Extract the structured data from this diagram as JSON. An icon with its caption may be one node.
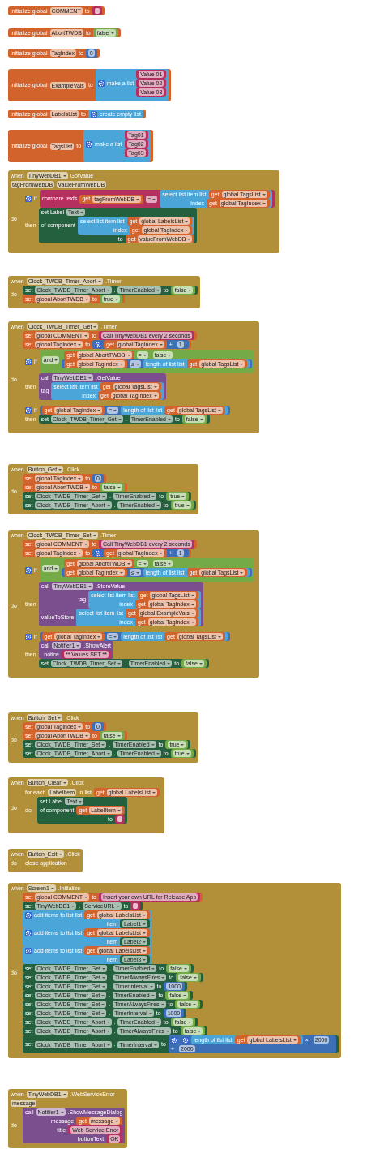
{
  "diagram": {
    "nodes": [
      {
        "text": [
          "initialize global",
          "COMMENT",
          "to"
        ]
      },
      {
        "text": [],
        "shape": "box",
        "in": 0
      },
      {
        "text": [
          "initialize global",
          "AbortTWDB",
          "to"
        ]
      },
      {
        "text": [
          "false"
        ],
        "in": 2
      },
      {
        "text": [
          "initialize global",
          "TagIndex",
          "to"
        ]
      },
      {
        "text": [
          "0"
        ],
        "in": 4
      },
      {
        "text": [
          "initialize global",
          "ExampleVals",
          "to"
        ]
      },
      {
        "text": [
          "make a list"
        ],
        "in": 6
      },
      {
        "text": [
          "Value 01"
        ],
        "in": 7
      },
      {
        "text": [
          "Value 02"
        ],
        "in": 7
      },
      {
        "text": [
          "Value 03"
        ],
        "in": 7
      },
      {
        "text": [
          "initialize global",
          "LabelsList",
          "to"
        ]
      },
      {
        "text": [
          "create empty list"
        ],
        "in": 11
      },
      {
        "text": [
          "initialize global",
          "TagsList",
          "to"
        ]
      },
      {
        "text": [
          "make a list"
        ],
        "in": 13
      },
      {
        "text": [
          "Tag01"
        ],
        "in": 14
      },
      {
        "text": [
          "Tag02"
        ],
        "in": 14
      },
      {
        "text": [
          "Tag03"
        ],
        "in": 14
      },
      {
        "text": [
          "when",
          "TinyWebDB1",
          "GotValue",
          "tagFromWebDB",
          "valueFromWebDB",
          "do"
        ]
      },
      {
        "text": [
          "if",
          "then"
        ],
        "in": 18
      },
      {
        "text": [
          "compare texts",
          "="
        ],
        "in": 19
      },
      {
        "text": [
          "get",
          "tagFromWebDB"
        ],
        "in": 20
      },
      {
        "text": [
          "select list item list",
          "index"
        ],
        "in": 20
      },
      {
        "text": [
          "get",
          "global TagsList"
        ],
        "in": 22
      },
      {
        "text": [
          "get",
          "global TagIndex"
        ],
        "in": 22
      },
      {
        "text": [
          "set Label",
          "Text",
          "of component",
          "to"
        ],
        "in": 19
      },
      {
        "text": [
          "select list item list",
          "index"
        ],
        "in": 25
      },
      {
        "text": [
          "get",
          "global LabelsList"
        ],
        "in": 26
      },
      {
        "text": [
          "get",
          "global TagIndex"
        ],
        "in": 26
      },
      {
        "text": [
          "get",
          "valueFromWebDB"
        ],
        "in": 25
      },
      {
        "text": [
          "when",
          "Clock_TWDB_Timer_Abort",
          ".Timer",
          "do"
        ]
      },
      {
        "text": [
          "set",
          "Clock_TWDB_Timer_Abort",
          ".",
          "TimerEnabled",
          "to"
        ],
        "in": 30
      },
      {
        "text": [
          "false"
        ],
        "in": 31
      },
      {
        "text": [
          "set",
          "global AbortTWDB",
          "to"
        ],
        "in": 30
      },
      {
        "text": [
          "true"
        ],
        "in": 33
      },
      {
        "text": [
          "when",
          "Clock_TWDB_Timer_Get",
          ".Timer",
          "do"
        ]
      },
      {
        "text": [
          "set",
          "global COMMENT",
          "to"
        ],
        "in": 35
      },
      {
        "text": [
          "Call TinyWebDB1 every 2 seconds"
        ],
        "in": 36
      },
      {
        "text": [
          "set",
          "global TagIndex",
          "to"
        ],
        "in": 35
      },
      {
        "text": [
          "+"
        ],
        "in": 38
      },
      {
        "text": [
          "get",
          "global TagIndex"
        ],
        "in": 39
      },
      {
        "text": [
          "1"
        ],
        "in": 39
      },
      {
        "text": [
          "if",
          "then"
        ],
        "in": 35
      },
      {
        "text": [
          "and"
        ],
        "in": 42
      },
      {
        "text": [
          "="
        ],
        "in": 43
      },
      {
        "text": [
          "get",
          "global AbortTWDB"
        ],
        "in": 44
      },
      {
        "text": [
          "false"
        ],
        "in": 44
      },
      {
        "text": [
          "≤"
        ],
        "in": 43
      },
      {
        "text": [
          "get",
          "global TagIndex"
        ],
        "in": 47
      },
      {
        "text": [
          "length of list list"
        ],
        "in": 47
      },
      {
        "text": [
          "get",
          "global TagsList"
        ],
        "in": 49
      },
      {
        "text": [
          "call",
          "TinyWebDB1",
          ".GetValue",
          "tag"
        ],
        "in": 42
      },
      {
        "text": [
          "select list item list",
          "index"
        ],
        "in": 51
      },
      {
        "text": [
          "get",
          "global TagsList"
        ],
        "in": 52
      },
      {
        "text": [
          "get",
          "global TagIndex"
        ],
        "in": 52
      },
      {
        "text": [
          "if",
          "then"
        ],
        "in": 35
      },
      {
        "text": [
          "="
        ],
        "in": 55
      },
      {
        "text": [
          "get",
          "global TagIndex"
        ],
        "in": 56
      },
      {
        "text": [
          "length of list list"
        ],
        "in": 56
      },
      {
        "text": [
          "get",
          "global TagsList"
        ],
        "in": 58
      },
      {
        "text": [
          "set",
          "Clock_TWDB_Timer_Get",
          ".",
          "TimerEnabled",
          "to"
        ],
        "in": 55
      },
      {
        "text": [
          "false"
        ],
        "in": 60
      },
      {
        "text": [
          "when",
          "Button_Get",
          ".Click",
          "do"
        ]
      },
      {
        "text": [
          "set",
          "global TagIndex",
          "to"
        ],
        "in": 62
      },
      {
        "text": [
          "0"
        ],
        "in": 63
      },
      {
        "text": [
          "set",
          "global AbortTWDB",
          "to"
        ],
        "in": 62
      },
      {
        "text": [
          "false"
        ],
        "in": 65
      },
      {
        "text": [
          "set",
          "Clock_TWDB_Timer_Get",
          ".",
          "TimerEnabled",
          "to"
        ],
        "in": 62
      },
      {
        "text": [
          "true"
        ],
        "in": 67
      },
      {
        "text": [
          "set",
          "Clock_TWDB_Timer_Abort",
          ".",
          "TimerEnabled",
          "to"
        ],
        "in": 62
      },
      {
        "text": [
          "true"
        ],
        "in": 69
      },
      {
        "text": [
          "when",
          "Clock_TWDB_Timer_Set",
          ".Timer",
          "do"
        ]
      },
      {
        "text": [
          "set",
          "global COMMENT",
          "to"
        ],
        "in": 71
      },
      {
        "text": [
          "Call TinyWebDB1 every 2 seconds"
        ],
        "in": 72
      },
      {
        "text": [
          "set",
          "global TagIndex",
          "to"
        ],
        "in": 71
      },
      {
        "text": [
          "+"
        ],
        "in": 74
      },
      {
        "text": [
          "get",
          "global TagIndex"
        ],
        "in": 75
      },
      {
        "text": [
          "1"
        ],
        "in": 75
      },
      {
        "text": [
          "if",
          "then"
        ],
        "in": 71
      },
      {
        "text": [
          "and"
        ],
        "in": 78
      },
      {
        "text": [
          "="
        ],
        "in": 79
      },
      {
        "text": [
          "get",
          "global AbortTWDB"
        ],
        "in": 80
      },
      {
        "text": [
          "false"
        ],
        "in": 80
      },
      {
        "text": [
          "≤"
        ],
        "in": 79
      },
      {
        "text": [
          "get",
          "global TagIndex"
        ],
        "in": 83
      },
      {
        "text": [
          "length of list list"
        ],
        "in": 83
      },
      {
        "text": [
          "get",
          "global TagsList"
        ],
        "in": 85
      },
      {
        "text": [
          "call",
          "TinyWebDB1",
          ".StoreValue",
          "tag",
          "valueToStore"
        ],
        "in": 78
      },
      {
        "text": [
          "select list item list",
          "index"
        ],
        "in": 87
      },
      {
        "text": [
          "get",
          "global TagsList"
        ],
        "in": 88
      },
      {
        "text": [
          "get",
          "global TagIndex"
        ],
        "in": 88
      },
      {
        "text": [
          "select list item list",
          "index"
        ],
        "in": 87
      },
      {
        "text": [
          "get",
          "global ExampleVals"
        ],
        "in": 91
      },
      {
        "text": [
          "get",
          "global TagIndex"
        ],
        "in": 91
      },
      {
        "text": [
          "if",
          "then"
        ],
        "in": 71
      },
      {
        "text": [
          "="
        ],
        "in": 94
      },
      {
        "text": [
          "get",
          "global TagIndex"
        ],
        "in": 95
      },
      {
        "text": [
          "length of list list"
        ],
        "in": 95
      },
      {
        "text": [
          "get",
          "global TagsList"
        ],
        "in": 97
      },
      {
        "text": [
          "call",
          "Notifier1",
          ".ShowAlert",
          "notice"
        ],
        "in": 94
      },
      {
        "text": [
          "** Values SET **"
        ],
        "in": 99
      },
      {
        "text": [
          "set",
          "Clock_TWDB_Timer_Set",
          ".",
          "TimerEnabled",
          "to"
        ],
        "in": 94
      },
      {
        "text": [
          "false"
        ],
        "in": 101
      },
      {
        "text": [
          "when",
          "Button_Set",
          ".Click",
          "do"
        ]
      },
      {
        "text": [
          "set",
          "global TagIndex",
          "to"
        ],
        "in": 103
      },
      {
        "text": [
          "0"
        ],
        "in": 104
      },
      {
        "text": [
          "set",
          "global AbortTWDB",
          "to"
        ],
        "in": 103
      },
      {
        "text": [
          "false"
        ],
        "in": 106
      },
      {
        "text": [
          "set",
          "Clock_TWDB_Timer_Set",
          ".",
          "TimerEnabled",
          "to"
        ],
        "in": 103
      },
      {
        "text": [
          "true"
        ],
        "in": 108
      },
      {
        "text": [
          "set",
          "Clock_TWDB_Timer_Abort",
          ".",
          "TimerEnabled",
          "to"
        ],
        "in": 103
      },
      {
        "text": [
          "true"
        ],
        "in": 110
      },
      {
        "text": [
          "when",
          "Button_Clear",
          ".Click",
          "do"
        ]
      },
      {
        "text": [
          "for each",
          "LabelItem",
          "in list",
          "do"
        ],
        "in": 112
      },
      {
        "text": [
          "get",
          "global LabelsList"
        ],
        "in": 113
      },
      {
        "text": [
          "set Label",
          "Text",
          "of component",
          "to"
        ],
        "in": 113
      },
      {
        "text": [
          "get",
          "LabelItem"
        ],
        "in": 115
      },
      {
        "text": [],
        "shape": "box",
        "in": 115
      },
      {
        "text": [
          "when",
          "Button_Exit",
          ".Click",
          "do"
        ]
      },
      {
        "text": [
          "close application"
        ],
        "in": 118
      },
      {
        "text": [
          "when",
          "Screen1",
          ".Initialize",
          "do"
        ]
      },
      {
        "text": [
          "set",
          "global COMMENT",
          "to"
        ],
        "in": 120
      },
      {
        "text": [
          "Insert your own URL for Release App"
        ],
        "in": 121
      },
      {
        "text": [
          "set",
          "TinyWebDB1",
          ".",
          "ServiceURL",
          "to"
        ],
        "in": 120
      },
      {
        "text": [],
        "shape": "box",
        "in": 123
      },
      {
        "text": [
          "add items to list list",
          "item"
        ],
        "in": 120
      },
      {
        "text": [
          "get",
          "global LabelsList"
        ],
        "in": 125
      },
      {
        "text": [
          "Label1"
        ],
        "in": 125
      },
      {
        "text": [
          "add items to list list",
          "item"
        ],
        "in": 120
      },
      {
        "text": [
          "get",
          "global LabelsList"
        ],
        "in": 128
      },
      {
        "text": [
          "Label2"
        ],
        "in": 128
      },
      {
        "text": [
          "add items to list list",
          "item"
        ],
        "in": 120
      },
      {
        "text": [
          "get",
          "global LabelsList"
        ],
        "in": 131
      },
      {
        "text": [
          "Label3"
        ],
        "in": 131
      },
      {
        "text": [
          "set",
          "Clock_TWDB_Timer_Get",
          ".",
          "TimerEnabled",
          "to"
        ],
        "in": 120
      },
      {
        "text": [
          "false"
        ],
        "in": 134
      },
      {
        "text": [
          "set",
          "Clock_TWDB_Timer_Get",
          ".",
          "TimerAlwaysFires",
          "to"
        ],
        "in": 120
      },
      {
        "text": [
          "false"
        ],
        "in": 136
      },
      {
        "text": [
          "set",
          "Clock_TWDB_Timer_Get",
          ".",
          "TimerInterval",
          "to"
        ],
        "in": 120
      },
      {
        "text": [
          "1000"
        ],
        "in": 138
      },
      {
        "text": [
          "set",
          "Clock_TWDB_Timer_Set",
          ".",
          "TimerEnabled",
          "to"
        ],
        "in": 120
      },
      {
        "text": [
          "false"
        ],
        "in": 140
      },
      {
        "text": [
          "set",
          "Clock_TWDB_Timer_Set",
          ".",
          "TimerAlwaysFires",
          "to"
        ],
        "in": 120
      },
      {
        "text": [
          "false"
        ],
        "in": 142
      },
      {
        "text": [
          "set",
          "Clock_TWDB_Timer_Set",
          ".",
          "TimerInterval",
          "to"
        ],
        "in": 120
      },
      {
        "text": [
          "1000"
        ],
        "in": 144
      },
      {
        "text": [
          "set",
          "Clock_TWDB_Timer_Abort",
          ".",
          "TimerEnabled",
          "to"
        ],
        "in": 120
      },
      {
        "text": [
          "false"
        ],
        "in": 146
      },
      {
        "text": [
          "set",
          "Clock_TWDB_Timer_Abort",
          ".",
          "TimerAlwaysFires",
          "to"
        ],
        "in": 120
      },
      {
        "text": [
          "false"
        ],
        "in": 148
      },
      {
        "text": [
          "set",
          "Clock_TWDB_Timer_Abort",
          ".",
          "TimerInterval",
          "to"
        ],
        "in": 120
      },
      {
        "text": [
          "+"
        ],
        "in": 150
      },
      {
        "text": [
          "×"
        ],
        "in": 151
      },
      {
        "text": [
          "length of list list"
        ],
        "in": 152
      },
      {
        "text": [
          "get",
          "global LabelsList"
        ],
        "in": 153
      },
      {
        "text": [
          "2000"
        ],
        "in": 152
      },
      {
        "text": [
          "2000"
        ],
        "in": 151
      },
      {
        "text": [
          "when",
          "TinyWebDB1",
          ".WebServiceError",
          "message",
          "do"
        ]
      },
      {
        "text": [
          "call",
          "Notifier1",
          ".ShowMessageDialog",
          "message",
          "title",
          "buttonText"
        ],
        "in": 157
      },
      {
        "text": [
          "get",
          "message"
        ],
        "in": 158
      },
      {
        "text": [
          "Web Service Error"
        ],
        "in": 158
      },
      {
        "text": [
          "OK"
        ],
        "in": 158
      }
    ]
  }
}
